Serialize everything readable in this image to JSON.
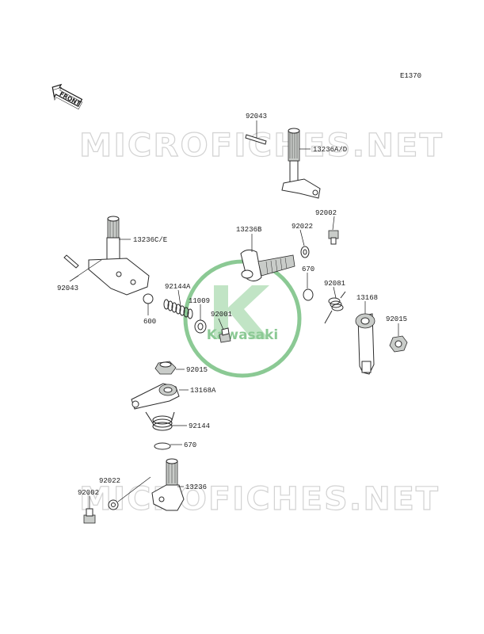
{
  "diagram_code": "E1370",
  "front_arrow_label": "FRONT",
  "watermark_top": "MICROFICHES.NET",
  "watermark_bottom": "MICROFICHES.NET",
  "logo_text": "Kawasaki",
  "accent_color": "#2e9e3e",
  "parts": {
    "p92043_top": "92043",
    "p13236AD": "13236A/D",
    "p92002_top": "92002",
    "p13236B": "13236B",
    "p92022_top": "92022",
    "p670_top": "670",
    "p13236CE": "13236C/E",
    "p92043_left": "92043",
    "p92081": "92081",
    "p13168": "13168",
    "p92015_right": "92015",
    "p92144A": "92144A",
    "p11009": "11009",
    "p92001": "92001",
    "p600": "600",
    "p92015_mid": "92015",
    "p13168A": "13168A",
    "p92144": "92144",
    "p670_bottom": "670",
    "p13236": "13236",
    "p92022_bottom": "92022",
    "p92002_bottom": "92002"
  }
}
